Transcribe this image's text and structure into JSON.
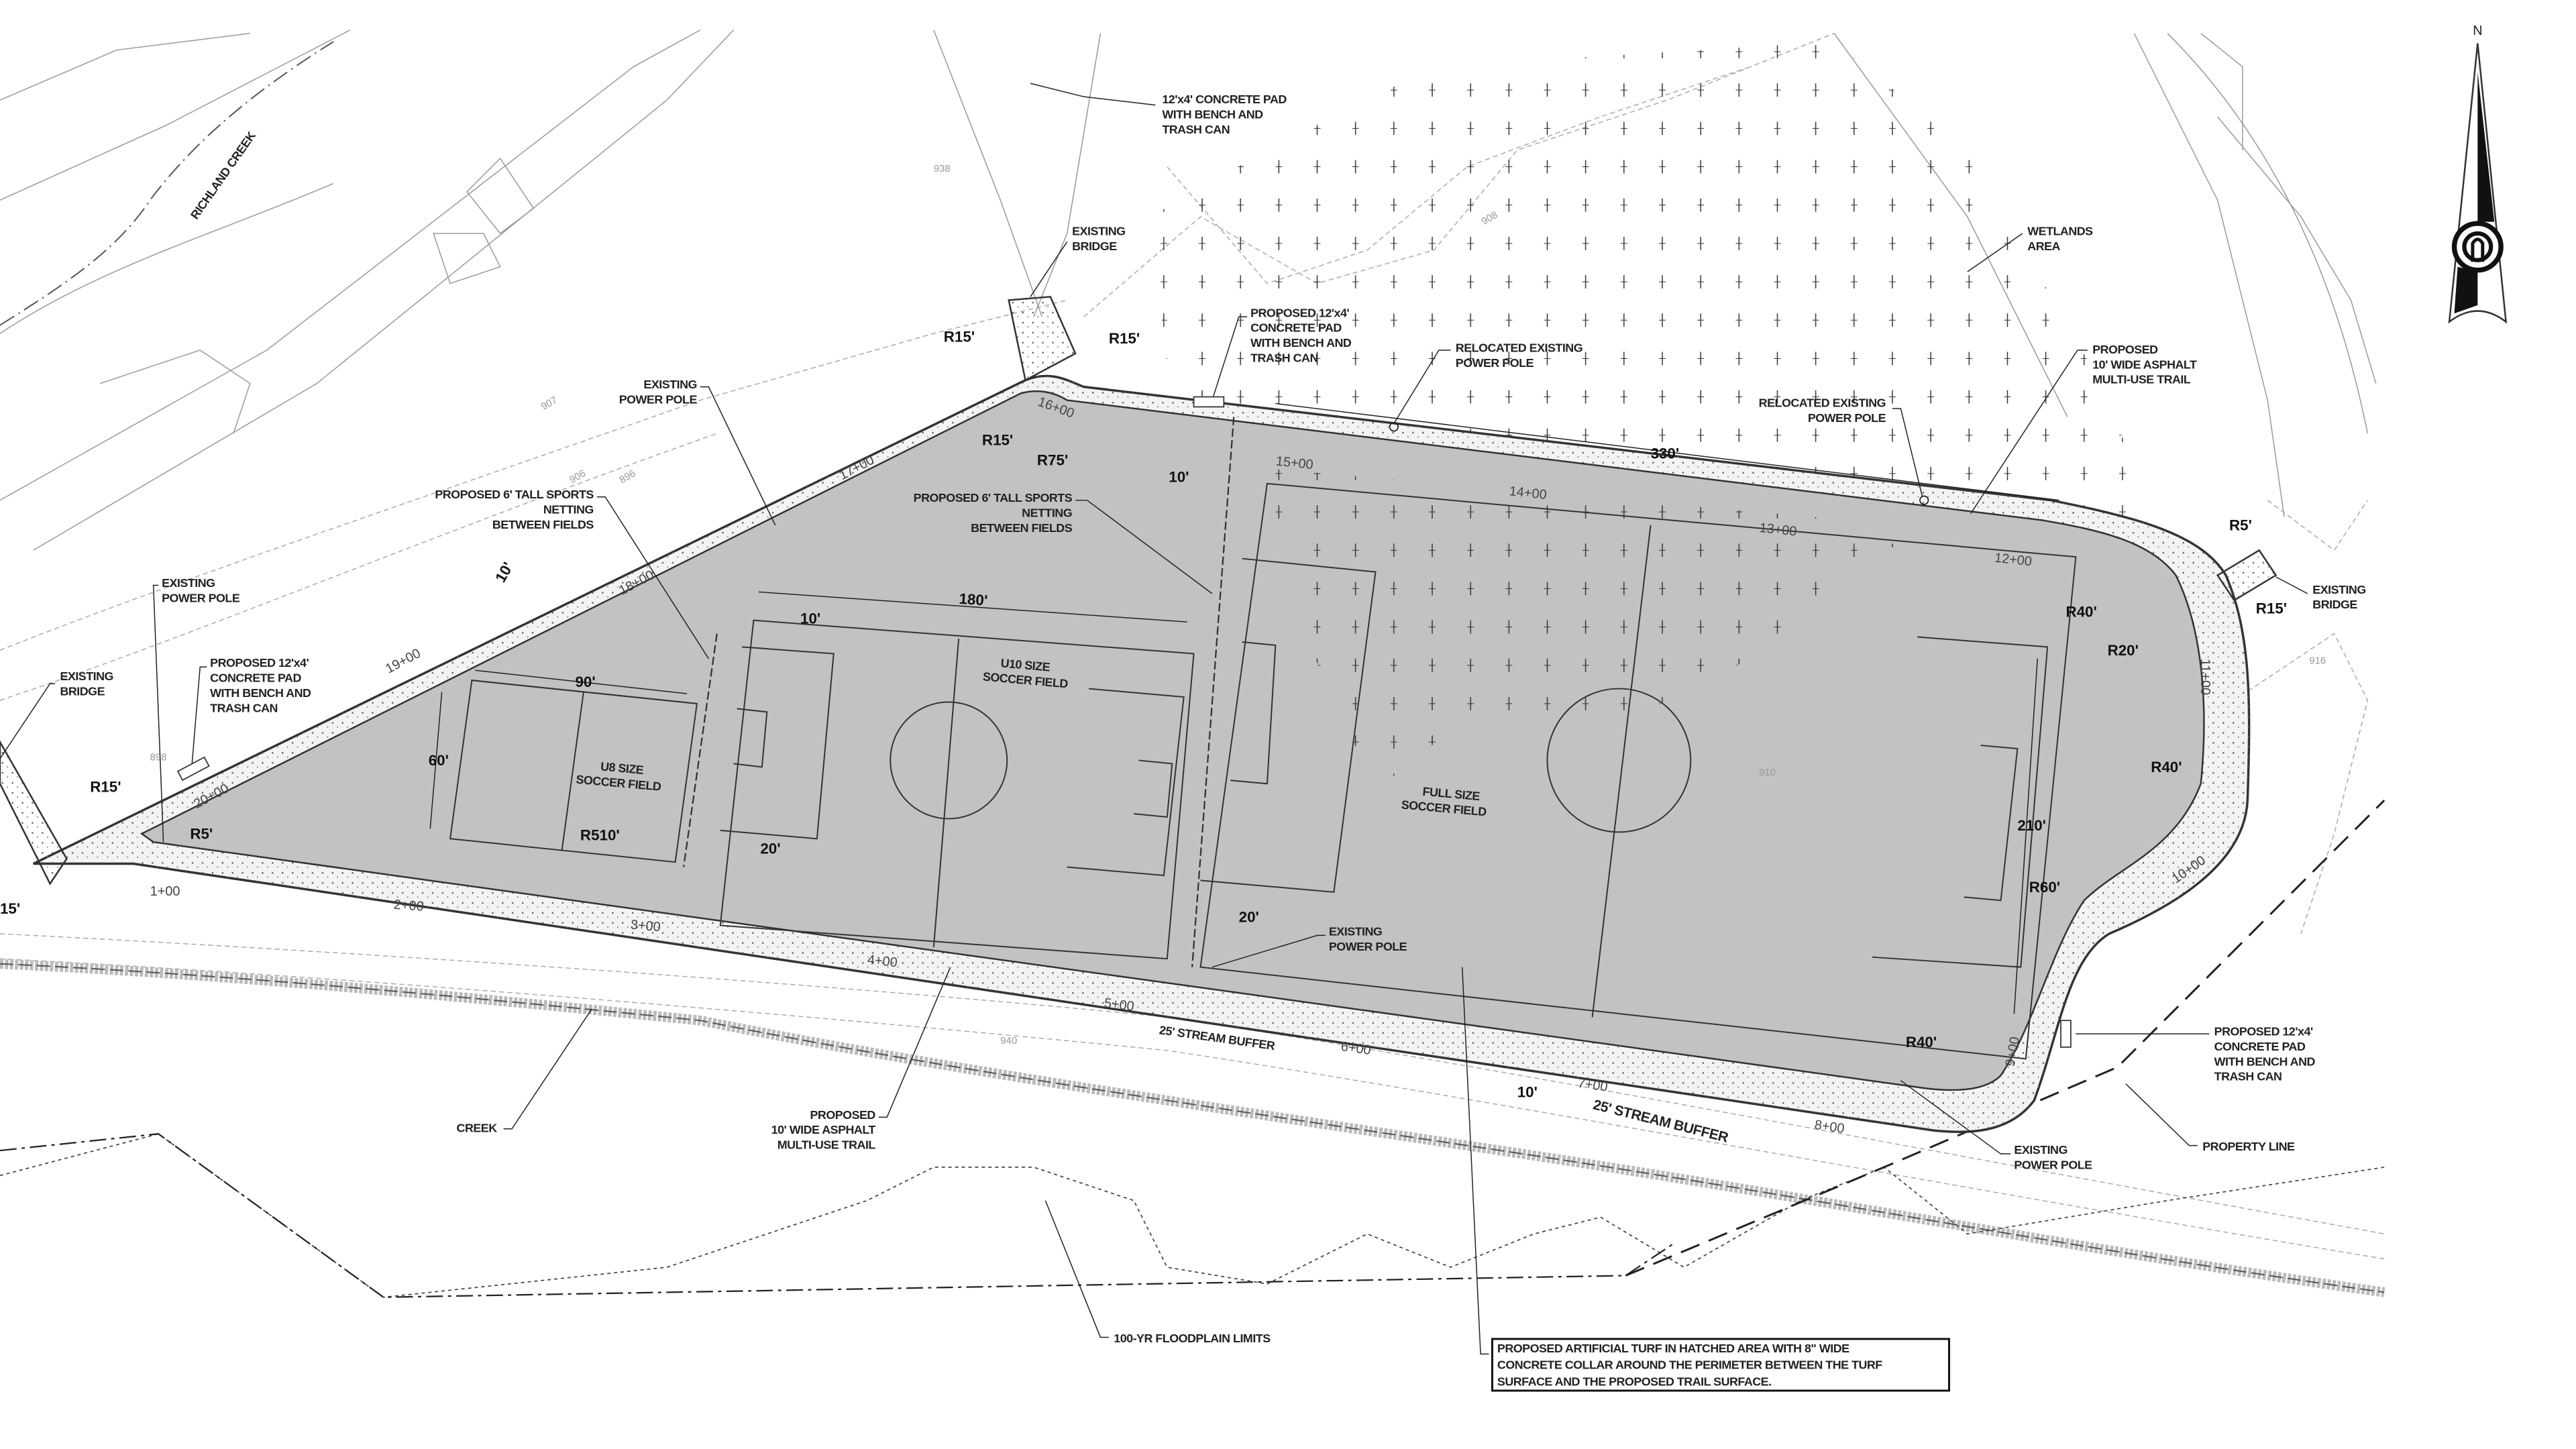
{
  "drawing": {
    "type": "site-plan",
    "subject": "Soccer fields with artificial turf and multi-use trail",
    "north_arrow": {
      "label": "N"
    }
  },
  "labels": {
    "richland_creek": "RICHLAND CREEK",
    "pad_top": [
      "12'x4' CONCRETE PAD",
      "WITH BENCH AND",
      "TRASH CAN"
    ],
    "existing_bridge_top": [
      "EXISTING",
      "BRIDGE"
    ],
    "proposed_pad_top": [
      "PROPOSED 12'x4'",
      "CONCRETE PAD",
      "WITH BENCH AND",
      "TRASH CAN"
    ],
    "relocated_pole_1": [
      "RELOCATED EXISTING",
      "POWER POLE"
    ],
    "relocated_pole_2": [
      "RELOCATED EXISTING",
      "POWER POLE"
    ],
    "wetlands": [
      "WETLANDS",
      "AREA"
    ],
    "proposed_trail_ne": [
      "PROPOSED",
      "10' WIDE ASPHALT",
      "MULTI-USE TRAIL"
    ],
    "existing_power_pole_nw": [
      "EXISTING",
      "POWER POLE"
    ],
    "netting_west": [
      "PROPOSED 6' TALL SPORTS",
      "NETTING",
      "BETWEEN FIELDS"
    ],
    "netting_center": [
      "PROPOSED 6' TALL SPORTS",
      "NETTING",
      "BETWEEN FIELDS"
    ],
    "existing_power_pole_w": [
      "EXISTING",
      "POWER POLE"
    ],
    "proposed_pad_w": [
      "PROPOSED 12'x4'",
      "CONCRETE PAD",
      "WITH BENCH AND",
      "TRASH CAN"
    ],
    "existing_bridge_w": [
      "EXISTING",
      "BRIDGE"
    ],
    "existing_bridge_e": [
      "EXISTING",
      "BRIDGE"
    ],
    "u8_field": [
      "U8 SIZE",
      "SOCCER FIELD"
    ],
    "u10_field": [
      "U10 SIZE",
      "SOCCER FIELD"
    ],
    "full_field": [
      "FULL SIZE",
      "SOCCER FIELD"
    ],
    "existing_power_pole_s": [
      "EXISTING",
      "POWER POLE"
    ],
    "stream_buffer_1": "25' STREAM BUFFER",
    "stream_buffer_2": "25' STREAM BUFFER",
    "proposed_pad_e": [
      "PROPOSED 12'x4'",
      "CONCRETE PAD",
      "WITH BENCH AND",
      "TRASH CAN"
    ],
    "property_line": "PROPERTY LINE",
    "existing_power_pole_se": [
      "EXISTING",
      "POWER POLE"
    ],
    "creek": "CREEK",
    "proposed_trail_s": [
      "PROPOSED",
      "10' WIDE ASPHALT",
      "MULTI-USE TRAIL"
    ],
    "floodplain": "100-YR FLOODPLAIN LIMITS",
    "note_box": [
      "PROPOSED ARTIFICIAL TURF IN HATCHED AREA WITH 8\" WIDE",
      "CONCRETE COLLAR AROUND THE PERIMETER BETWEEN THE TURF",
      "SURFACE AND THE PROPOSED TRAIL SURFACE."
    ]
  },
  "dimensions": {
    "d_330": "330'",
    "d_180": "180'",
    "d_90": "90'",
    "d_60": "60'",
    "d_210": "210'",
    "d_10_a": "10'",
    "d_10_b": "10'",
    "d_10_c": "10'",
    "d_10_d": "10'",
    "d_20_a": "20'",
    "d_20_b": "20'",
    "r15_a": "R15'",
    "r15_b": "R15'",
    "r15_c": "R15'",
    "r15_d": "R15'",
    "r15_e": "R15'",
    "r15_f": "15'",
    "r75": "R75'",
    "r5_a": "R5'",
    "r5_b": "R5'",
    "r510": "R510'",
    "r40_a": "R40'",
    "r40_b": "R40'",
    "r40_c": "R40'",
    "r20": "R20'",
    "r60": "R60'"
  },
  "stations": [
    "1+00",
    "2+00",
    "3+00",
    "4+00",
    "5+00",
    "6+00",
    "7+00",
    "8+00",
    "9+00",
    "10+00",
    "11+00",
    "12+00",
    "13+00",
    "14+00",
    "15+00",
    "16+00",
    "17+00",
    "18+00",
    "19+00",
    "20+00"
  ],
  "contours": [
    "938",
    "907",
    "906",
    "898",
    "896",
    "908",
    "940",
    "910",
    "916"
  ]
}
